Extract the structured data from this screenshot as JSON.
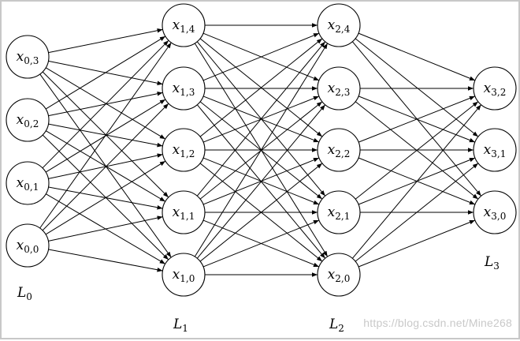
{
  "layers": [
    {
      "id": "L0",
      "label_base": "L",
      "label_sub": "0",
      "nodes": [
        {
          "base": "x",
          "sub": "0,3"
        },
        {
          "base": "x",
          "sub": "0,2"
        },
        {
          "base": "x",
          "sub": "0,1"
        },
        {
          "base": "x",
          "sub": "0,0"
        }
      ]
    },
    {
      "id": "L1",
      "label_base": "L",
      "label_sub": "1",
      "nodes": [
        {
          "base": "x",
          "sub": "1,4"
        },
        {
          "base": "x",
          "sub": "1,3"
        },
        {
          "base": "x",
          "sub": "1,2"
        },
        {
          "base": "x",
          "sub": "1,1"
        },
        {
          "base": "x",
          "sub": "1,0"
        }
      ]
    },
    {
      "id": "L2",
      "label_base": "L",
      "label_sub": "2",
      "nodes": [
        {
          "base": "x",
          "sub": "2,4"
        },
        {
          "base": "x",
          "sub": "2,3"
        },
        {
          "base": "x",
          "sub": "2,2"
        },
        {
          "base": "x",
          "sub": "2,1"
        },
        {
          "base": "x",
          "sub": "2,0"
        }
      ]
    },
    {
      "id": "L3",
      "label_base": "L",
      "label_sub": "3",
      "nodes": [
        {
          "base": "x",
          "sub": "3,2"
        },
        {
          "base": "x",
          "sub": "3,1"
        },
        {
          "base": "x",
          "sub": "3,0"
        }
      ]
    }
  ],
  "connectivity": "fully-connected",
  "colors": {
    "stroke": "#000000",
    "node_fill": "#ffffff",
    "border": "#c8c8c8",
    "watermark": "#c9c9c9"
  },
  "watermark": {
    "text": "https://blog.csdn.net/Mine268"
  }
}
